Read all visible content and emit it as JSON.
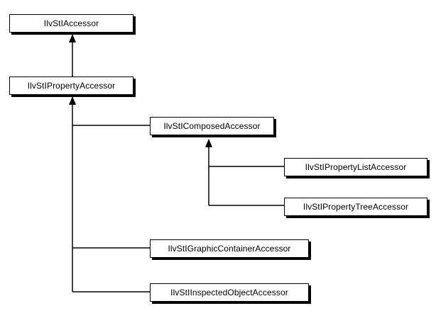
{
  "diagram": {
    "classes": [
      {
        "id": "accessor",
        "label": "IlvStIAccessor"
      },
      {
        "id": "property_accessor",
        "label": "IlvStIPropertyAccessor"
      },
      {
        "id": "composed_accessor",
        "label": "IlvStIComposedAccessor"
      },
      {
        "id": "property_list_accessor",
        "label": "IlvStIPropertyListAccessor"
      },
      {
        "id": "property_tree_accessor",
        "label": "IlvStIPropertyTreeAccessor"
      },
      {
        "id": "graphic_container_accessor",
        "label": "IlvStIGraphicContainerAccessor"
      },
      {
        "id": "inspected_object_accessor",
        "label": "IlvStIInspectedObjectAccessor"
      }
    ],
    "inheritance": [
      {
        "child": "property_accessor",
        "parent": "accessor"
      },
      {
        "child": "composed_accessor",
        "parent": "property_accessor"
      },
      {
        "child": "graphic_container_accessor",
        "parent": "property_accessor"
      },
      {
        "child": "inspected_object_accessor",
        "parent": "property_accessor"
      },
      {
        "child": "property_list_accessor",
        "parent": "composed_accessor"
      },
      {
        "child": "property_tree_accessor",
        "parent": "composed_accessor"
      }
    ]
  }
}
